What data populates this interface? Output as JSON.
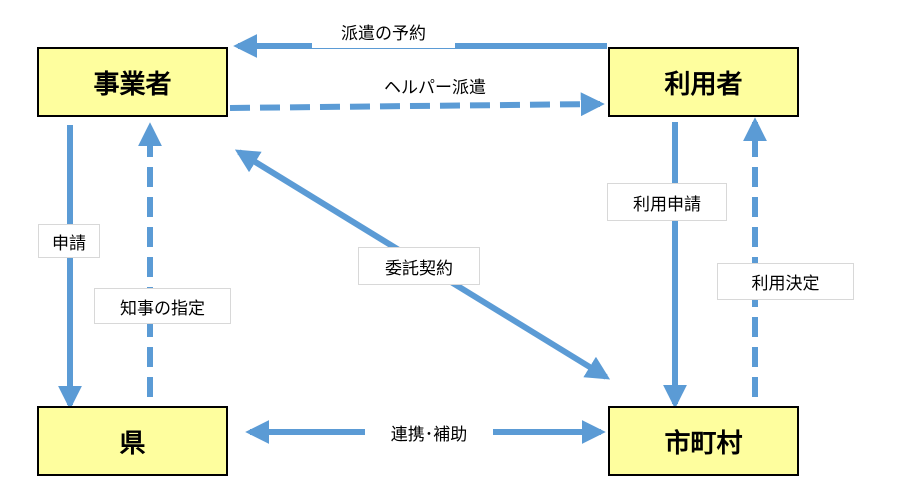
{
  "nodes": {
    "operator": "事業者",
    "user": "利用者",
    "prefecture": "県",
    "municipality": "市町村"
  },
  "edges": {
    "reservation": "派遣の予約",
    "helper_dispatch": "ヘルパー派遣",
    "application": "申請",
    "governor_designation": "知事の指定",
    "consignment_contract": "委託契約",
    "use_application": "利用申請",
    "use_decision": "利用決定",
    "cooperation_subsidy": "連携･補助"
  },
  "colors": {
    "node_fill": "#fefe9e",
    "node_border": "#000000",
    "arrow": "#5b9bd5",
    "arrow_outline": "#3d75a8"
  }
}
